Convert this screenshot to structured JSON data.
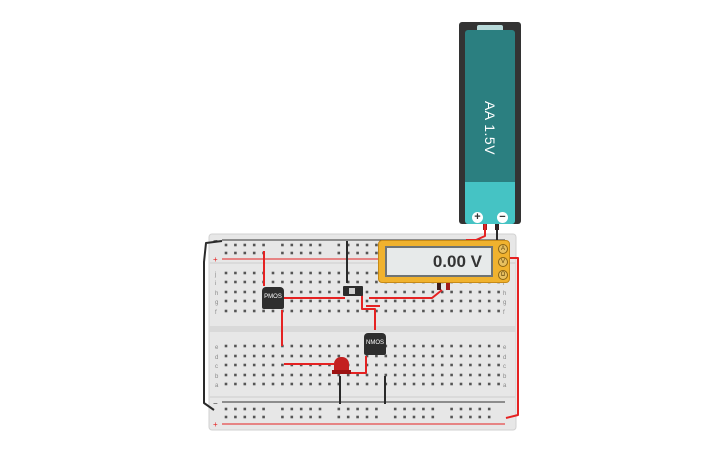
{
  "battery": {
    "label": "AA 1.5V",
    "plus": "+",
    "minus": "−"
  },
  "multimeter": {
    "reading": "0.00 V",
    "mode_buttons": [
      "A",
      "V",
      "Ω"
    ]
  },
  "components": {
    "pmos_label": "PMOS",
    "nmos_label": "NMOS"
  },
  "breadboard": {
    "rail_plus": "+",
    "rail_minus": "−",
    "row_labels_top": [
      "j",
      "i",
      "h",
      "g",
      "f"
    ],
    "row_labels_bottom": [
      "e",
      "d",
      "c",
      "b",
      "a"
    ],
    "column_count": 30
  },
  "colors": {
    "wire_red": "#e52222",
    "wire_black": "#2a2a2a",
    "board": "#e7e7e7",
    "battery_teal": "#2b7f80",
    "battery_teal_light": "#45c3c4",
    "meter_yellow": "#f0b22e"
  }
}
